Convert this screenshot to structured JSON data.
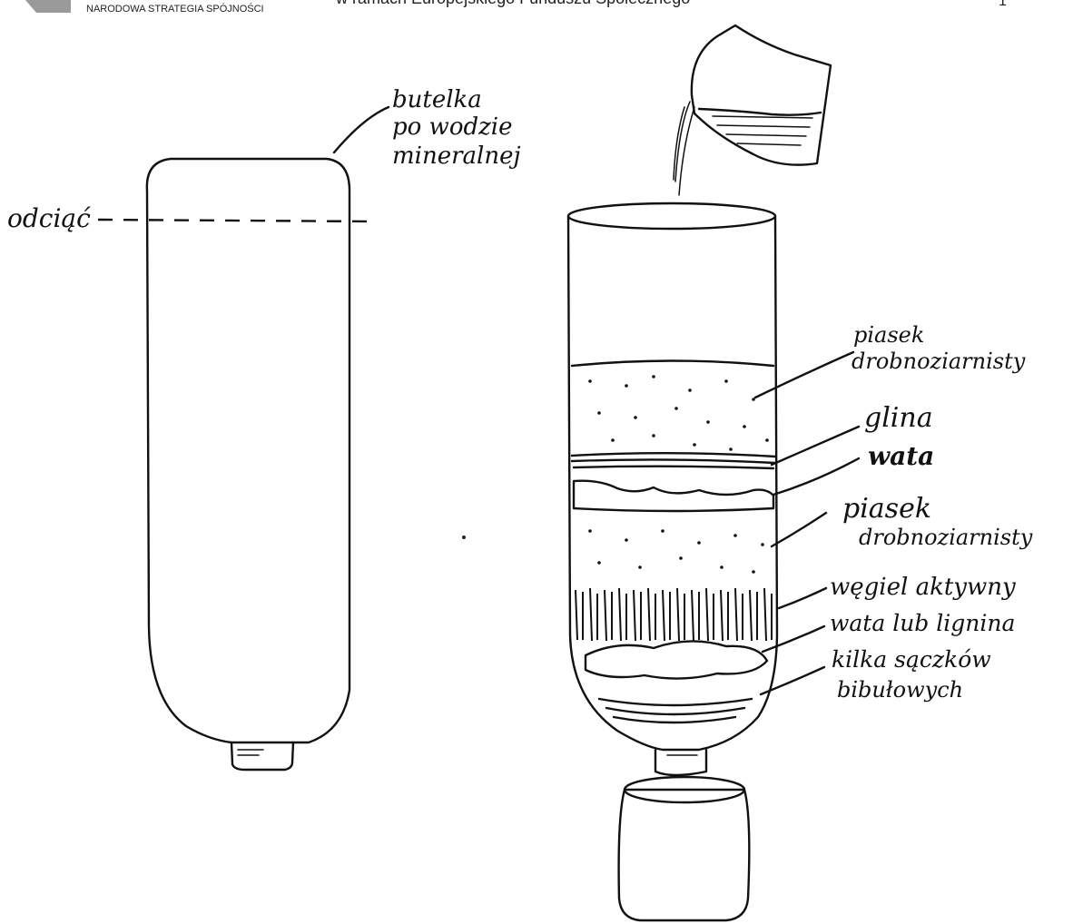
{
  "header": {
    "strategy_text": "NARODOWA STRATEGIA SPÓJNOŚCI",
    "fund_text": "w ramach Europejskiego Funduszu Społecznego"
  },
  "left_diagram": {
    "bottle_label_lines": [
      "butelka",
      "po wodzie",
      "mineralnej"
    ],
    "cut_label": "odciąć"
  },
  "right_diagram": {
    "layers": [
      {
        "lines": [
          "piasek",
          "drobnoziarnisty"
        ]
      },
      {
        "lines": [
          "glina"
        ]
      },
      {
        "lines": [
          "wata"
        ]
      },
      {
        "lines": [
          "piasek",
          "drobnoziarnisty"
        ]
      },
      {
        "lines": [
          "węgiel aktywny"
        ]
      },
      {
        "lines": [
          "wata lub lignina"
        ]
      },
      {
        "lines": [
          "kilka sączków",
          "bibułowych"
        ]
      }
    ]
  }
}
